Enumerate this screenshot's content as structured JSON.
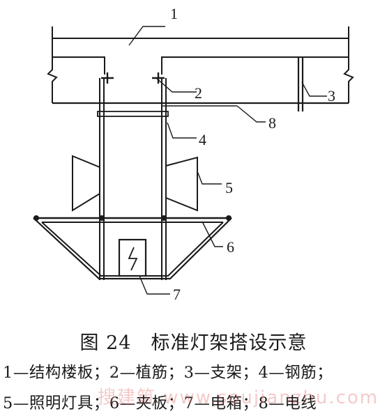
{
  "labels": {
    "l1": "1",
    "l2": "2",
    "l3": "3",
    "l4": "4",
    "l5": "5",
    "l6": "6",
    "l7": "7",
    "l8": "8"
  },
  "caption": "图 24　标准灯架搭设示意",
  "legend": {
    "line1": "1—结构楼板；2—植筋；3—支架；4—钢筋；",
    "line2": "5—照明灯具；6—夹板；7—电箱；8—电线"
  },
  "watermark": "搜建筑 www.soujianzhu.com",
  "colors": {
    "ink": "#1a1a1a",
    "watermark": "#e06a6a"
  }
}
